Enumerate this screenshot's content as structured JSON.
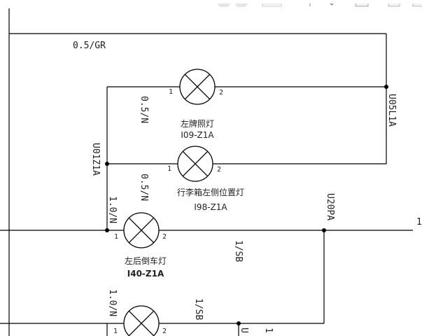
{
  "labels": {
    "wire_0_5_gr": "0.5/GR",
    "wire_0_5_n_a": "0.5/N",
    "wire_0_5_n_b": "0.5/N",
    "wire_1_0_n_a": "1.0/N",
    "wire_1_0_n_b": "1.0/N",
    "wire_1_sb_a": "1/SB",
    "wire_1_sb_b": "1/SB",
    "conn_u05l1a": "U05L1A",
    "conn_u01z1a": "U01Z1A",
    "conn_u20pa": "U20PA",
    "conn_u_partial": "U",
    "edge_1_right": "1",
    "edge_1_bottom": "1"
  },
  "lamps": [
    {
      "name": "左牌照灯",
      "code": "I09-Z1A",
      "pin1": "1",
      "pin2": "2"
    },
    {
      "name": "行李箱左侧位置灯",
      "code": "I98-Z1A",
      "pin1": "1",
      "pin2": "2"
    },
    {
      "name": "左后倒车灯",
      "code": "I40-Z1A",
      "pin1": "1",
      "pin2": "2"
    },
    {
      "name": "",
      "code": "",
      "pin1": "1",
      "pin2": "2"
    }
  ]
}
